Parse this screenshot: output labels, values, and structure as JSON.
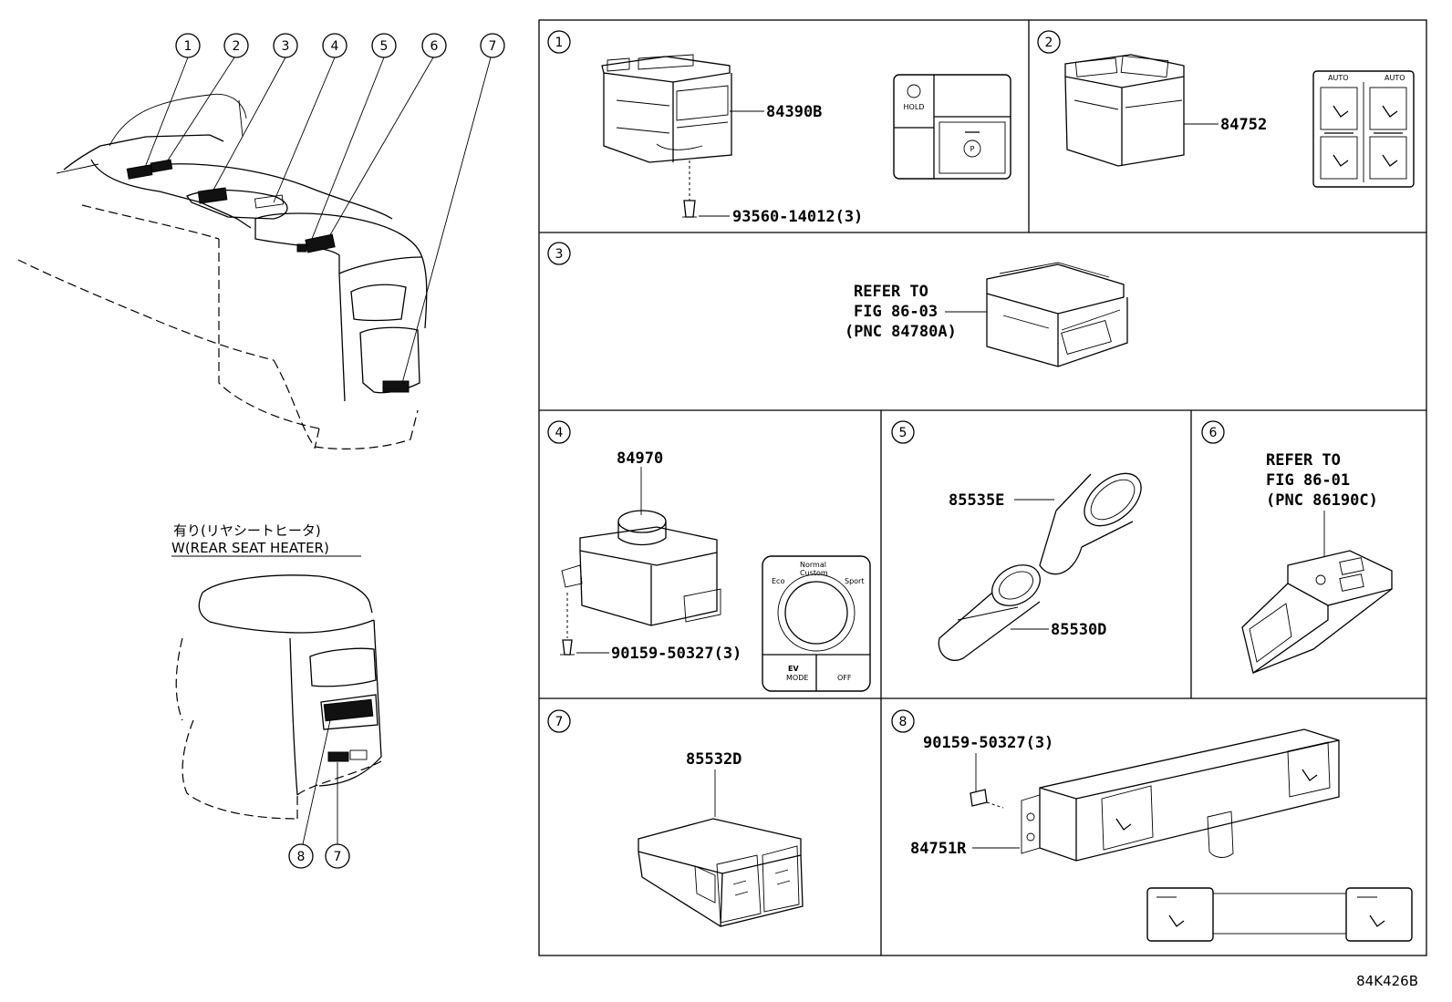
{
  "figure_code": "84K426B",
  "overview": {
    "callouts": [
      "1",
      "2",
      "3",
      "4",
      "5",
      "6",
      "7"
    ],
    "variant_label_jp": "有り(リヤシートヒータ)",
    "variant_label_en": "W(REAR SEAT HEATER)",
    "variant_callouts": [
      "8",
      "7"
    ]
  },
  "panels": [
    {
      "id": "1",
      "parts": [
        "84390B",
        "93560-14012(3)"
      ],
      "switch_labels": [
        "HOLD",
        "P"
      ]
    },
    {
      "id": "2",
      "parts": [
        "84752"
      ],
      "switch_labels": [
        "AUTO",
        "AUTO"
      ]
    },
    {
      "id": "3",
      "refer": [
        "REFER TO",
        "FIG 86-03",
        "(PNC 84780A)"
      ]
    },
    {
      "id": "4",
      "parts": [
        "84970",
        "90159-50327(3)"
      ],
      "switch_labels": [
        "Eco",
        "Normal",
        "Custom",
        "Sport",
        "EV",
        "MODE",
        "OFF"
      ]
    },
    {
      "id": "5",
      "parts": [
        "85535E",
        "85530D"
      ]
    },
    {
      "id": "6",
      "refer": [
        "REFER TO",
        "FIG 86-01",
        "(PNC 86190C)"
      ]
    },
    {
      "id": "7",
      "parts": [
        "85532D"
      ]
    },
    {
      "id": "8",
      "parts": [
        "90159-50327(3)",
        "84751R"
      ]
    }
  ]
}
